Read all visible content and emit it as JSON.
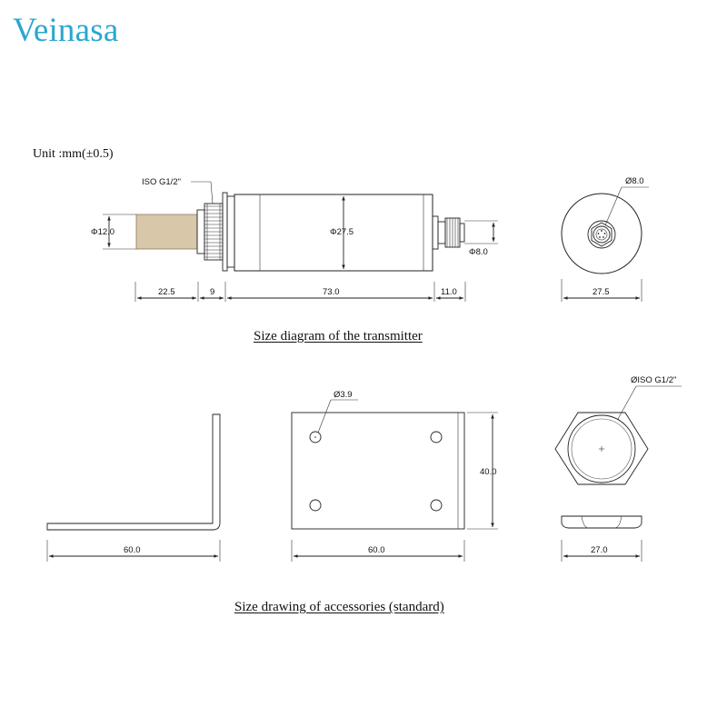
{
  "brand": {
    "name": "Veinasa",
    "color": "#2aa7cf"
  },
  "unit_label": "Unit :mm(±0.5)",
  "transmitter": {
    "caption": "Size diagram of the transmitter",
    "thread_label": "ISO G1/2\"",
    "dims": {
      "filter_dia": "Φ12.0",
      "body_dia": "Φ27.5",
      "connector_dia": "Φ8.0",
      "end_dia": "Ø8.0",
      "filter_len": "22.5",
      "thread_len": "9",
      "body_len": "73.0",
      "connector_len": "11.0",
      "end_width": "27.5"
    }
  },
  "accessories": {
    "caption": "Size drawing of accessories (standard)",
    "bracket_side_len": "60.0",
    "plate": {
      "hole_dia": "Ø3.9",
      "width": "60.0",
      "height": "40.0"
    },
    "nut": {
      "thread_label": "ØISO G1/2\"",
      "width": "27.0"
    }
  }
}
